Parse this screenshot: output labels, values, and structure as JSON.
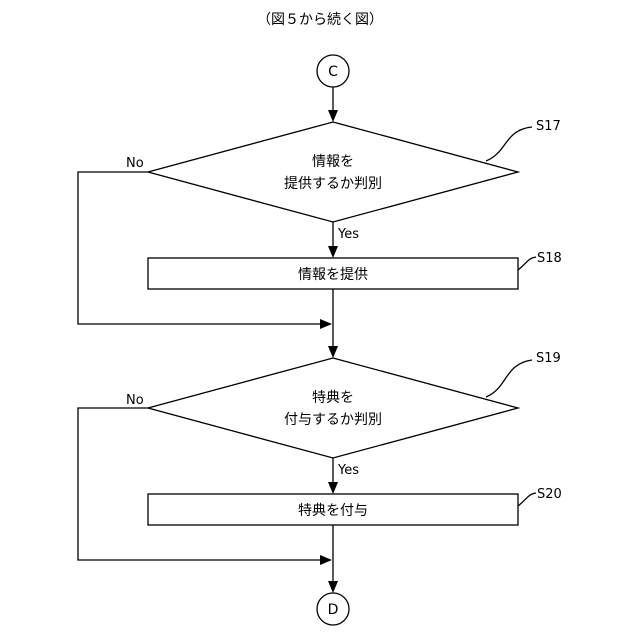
{
  "title": "（図５から続く図）",
  "connectors": {
    "start": "C",
    "end": "D"
  },
  "steps": {
    "s17": {
      "id": "S17",
      "line1": "情報を",
      "line2": "提供するか判別",
      "no_label": "No",
      "yes_label": "Yes"
    },
    "s18": {
      "id": "S18",
      "text": "情報を提供"
    },
    "s19": {
      "id": "S19",
      "line1": "特典を",
      "line2": "付与するか判別",
      "no_label": "No",
      "yes_label": "Yes"
    },
    "s20": {
      "id": "S20",
      "text": "特典を付与"
    }
  }
}
